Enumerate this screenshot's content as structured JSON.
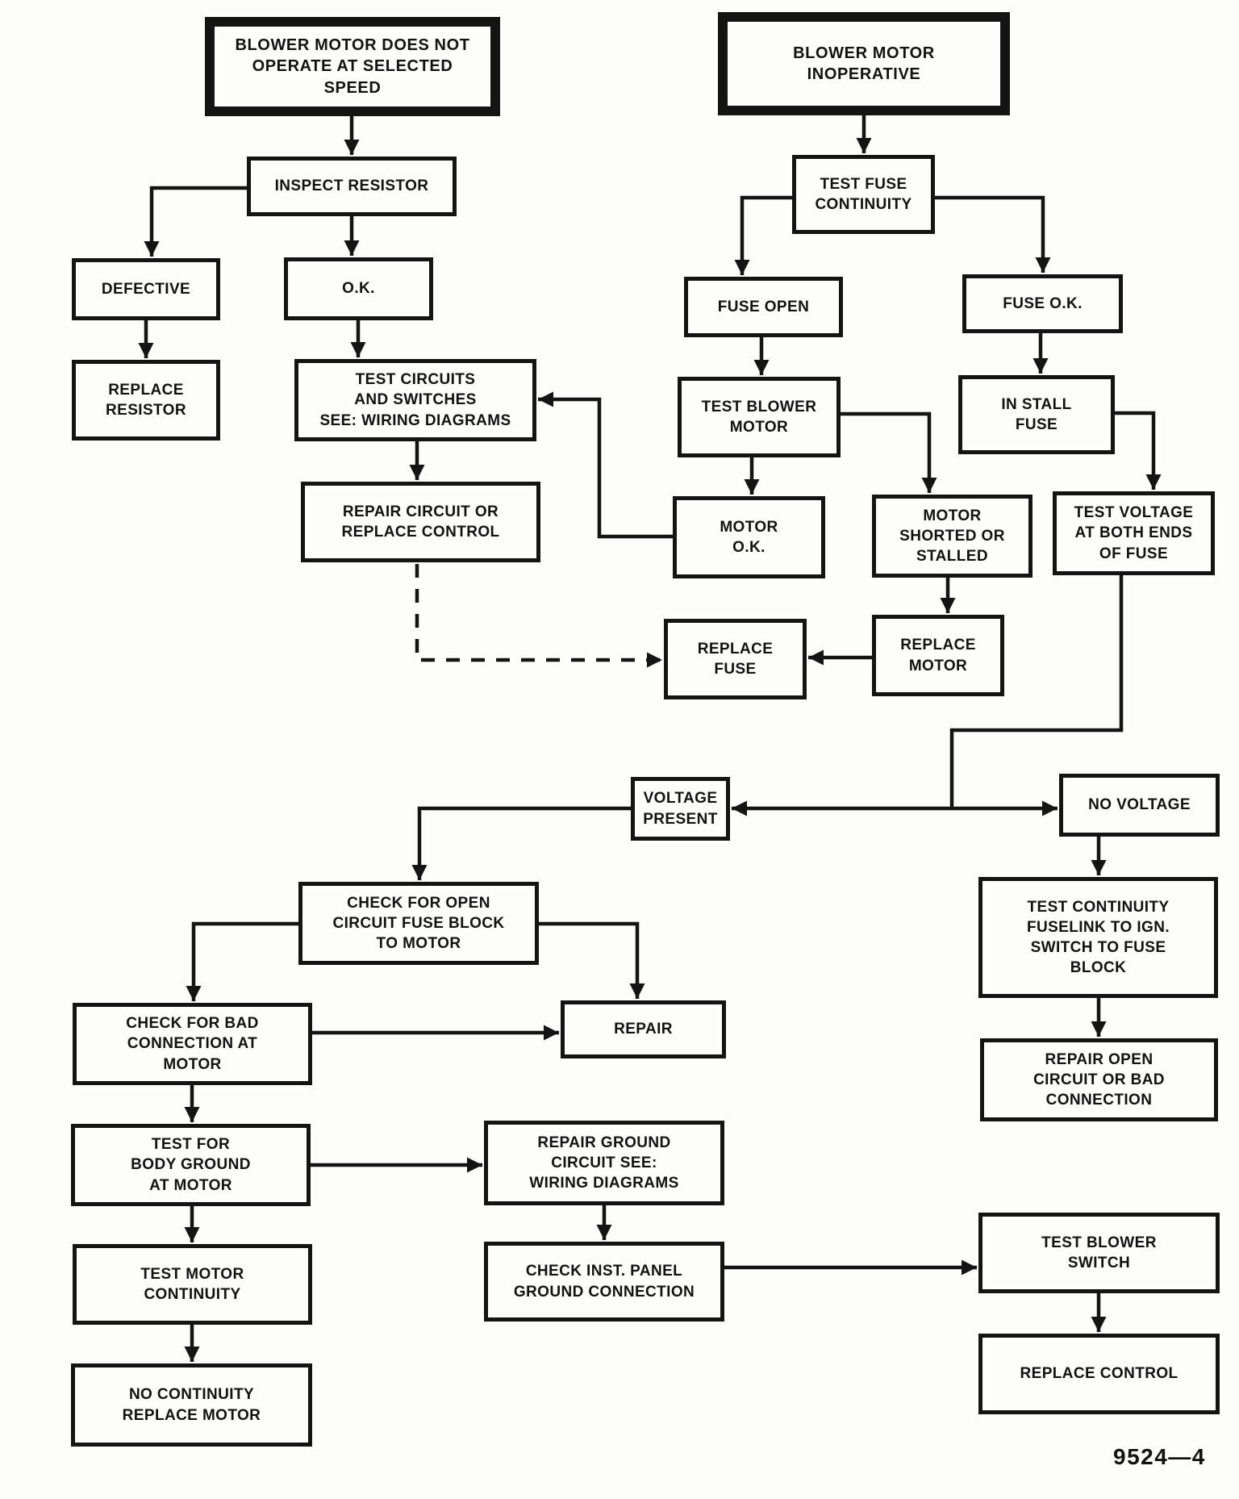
{
  "figure": {
    "code_label": "9524—4",
    "line_color": "#141414",
    "background": "#fdfdfc"
  },
  "nodes": [
    {
      "id": "blower-motor-does-not-operate",
      "kind": "start",
      "label": "BLOWER MOTOR DOES NOT\nOPERATE AT SELECTED\nSPEED"
    },
    {
      "id": "blower-motor-inoperative",
      "kind": "start",
      "label": "BLOWER MOTOR\nINOPERATIVE"
    },
    {
      "id": "inspect-resistor",
      "kind": "step",
      "label": "INSPECT RESISTOR"
    },
    {
      "id": "defective",
      "kind": "step",
      "label": "DEFECTIVE"
    },
    {
      "id": "ok",
      "kind": "step",
      "label": "O.K."
    },
    {
      "id": "replace-resistor",
      "kind": "step",
      "label": "REPLACE\nRESISTOR"
    },
    {
      "id": "test-circuits-and-switches",
      "kind": "step",
      "label": "TEST CIRCUITS\nAND SWITCHES\nSEE: WIRING DIAGRAMS"
    },
    {
      "id": "repair-circuit-or-replace-control",
      "kind": "step",
      "label": "REPAIR CIRCUIT OR\nREPLACE CONTROL"
    },
    {
      "id": "test-fuse-continuity",
      "kind": "step",
      "label": "TEST FUSE\nCONTINUITY"
    },
    {
      "id": "fuse-open",
      "kind": "step",
      "label": "FUSE OPEN"
    },
    {
      "id": "fuse-ok",
      "kind": "step",
      "label": "FUSE O.K."
    },
    {
      "id": "test-blower-motor",
      "kind": "step",
      "label": "TEST BLOWER\nMOTOR"
    },
    {
      "id": "install-fuse",
      "kind": "step",
      "label": "IN STALL\nFUSE"
    },
    {
      "id": "motor-ok",
      "kind": "step",
      "label": "MOTOR\nO.K."
    },
    {
      "id": "motor-shorted-or-stalled",
      "kind": "step",
      "label": "MOTOR\nSHORTED OR\nSTALLED"
    },
    {
      "id": "test-voltage-both-ends",
      "kind": "step",
      "label": "TEST VOLTAGE\nAT BOTH ENDS\nOF FUSE"
    },
    {
      "id": "replace-fuse",
      "kind": "step",
      "label": "REPLACE\nFUSE"
    },
    {
      "id": "replace-motor",
      "kind": "step",
      "label": "REPLACE\nMOTOR"
    },
    {
      "id": "voltage-present",
      "kind": "step",
      "label": "VOLTAGE\nPRESENT"
    },
    {
      "id": "no-voltage",
      "kind": "step",
      "label": "NO VOLTAGE"
    },
    {
      "id": "test-continuity-fuselink",
      "kind": "step",
      "label": "TEST CONTINUITY\nFUSELINK TO IGN.\nSWITCH TO FUSE\nBLOCK"
    },
    {
      "id": "repair-open-circuit",
      "kind": "step",
      "label": "REPAIR OPEN\nCIRCUIT OR BAD\nCONNECTION"
    },
    {
      "id": "check-for-open-circuit",
      "kind": "step",
      "label": "CHECK FOR OPEN\nCIRCUIT FUSE BLOCK\nTO MOTOR"
    },
    {
      "id": "check-for-bad-connection",
      "kind": "step",
      "label": "CHECK FOR BAD\nCONNECTION AT\nMOTOR"
    },
    {
      "id": "repair",
      "kind": "step",
      "label": "REPAIR"
    },
    {
      "id": "test-for-body-ground",
      "kind": "step",
      "label": "TEST FOR\nBODY GROUND\nAT MOTOR"
    },
    {
      "id": "repair-ground-circuit",
      "kind": "step",
      "label": "REPAIR GROUND\nCIRCUIT SEE:\nWIRING DIAGRAMS"
    },
    {
      "id": "test-motor-continuity",
      "kind": "step",
      "label": "TEST MOTOR\nCONTINUITY"
    },
    {
      "id": "check-inst-panel-ground",
      "kind": "step",
      "label": "CHECK INST. PANEL\nGROUND CONNECTION"
    },
    {
      "id": "test-blower-switch",
      "kind": "step",
      "label": "TEST BLOWER\nSWITCH"
    },
    {
      "id": "no-continuity-replace-motor",
      "kind": "step",
      "label": "NO CONTINUITY\nREPLACE MOTOR"
    },
    {
      "id": "replace-control",
      "kind": "step",
      "label": "REPLACE CONTROL"
    }
  ],
  "edges": [
    {
      "from": "blower-motor-does-not-operate",
      "to": "inspect-resistor",
      "style": "solid"
    },
    {
      "from": "inspect-resistor",
      "to": "defective",
      "style": "solid"
    },
    {
      "from": "inspect-resistor",
      "to": "ok",
      "style": "solid"
    },
    {
      "from": "defective",
      "to": "replace-resistor",
      "style": "solid"
    },
    {
      "from": "ok",
      "to": "test-circuits-and-switches",
      "style": "solid"
    },
    {
      "from": "test-circuits-and-switches",
      "to": "repair-circuit-or-replace-control",
      "style": "solid"
    },
    {
      "from": "repair-circuit-or-replace-control",
      "to": "replace-fuse",
      "style": "dashed"
    },
    {
      "from": "blower-motor-inoperative",
      "to": "test-fuse-continuity",
      "style": "solid"
    },
    {
      "from": "test-fuse-continuity",
      "to": "fuse-open",
      "style": "solid"
    },
    {
      "from": "test-fuse-continuity",
      "to": "fuse-ok",
      "style": "solid"
    },
    {
      "from": "fuse-open",
      "to": "test-blower-motor",
      "style": "solid"
    },
    {
      "from": "fuse-ok",
      "to": "install-fuse",
      "style": "solid"
    },
    {
      "from": "test-blower-motor",
      "to": "motor-ok",
      "style": "solid"
    },
    {
      "from": "test-blower-motor",
      "to": "motor-shorted-or-stalled",
      "style": "solid"
    },
    {
      "from": "install-fuse",
      "to": "test-voltage-both-ends",
      "style": "solid"
    },
    {
      "from": "motor-ok",
      "to": "test-circuits-and-switches",
      "style": "solid"
    },
    {
      "from": "motor-shorted-or-stalled",
      "to": "replace-motor",
      "style": "solid"
    },
    {
      "from": "replace-motor",
      "to": "replace-fuse",
      "style": "solid"
    },
    {
      "from": "test-voltage-both-ends",
      "to": "voltage-present",
      "style": "solid"
    },
    {
      "from": "test-voltage-both-ends",
      "to": "no-voltage",
      "style": "solid"
    },
    {
      "from": "voltage-present",
      "to": "check-for-open-circuit",
      "style": "solid"
    },
    {
      "from": "no-voltage",
      "to": "test-continuity-fuselink",
      "style": "solid"
    },
    {
      "from": "test-continuity-fuselink",
      "to": "repair-open-circuit",
      "style": "solid"
    },
    {
      "from": "check-for-open-circuit",
      "to": "check-for-bad-connection",
      "style": "solid"
    },
    {
      "from": "check-for-open-circuit",
      "to": "repair",
      "style": "solid"
    },
    {
      "from": "check-for-bad-connection",
      "to": "repair",
      "style": "solid"
    },
    {
      "from": "check-for-bad-connection",
      "to": "test-for-body-ground",
      "style": "solid"
    },
    {
      "from": "test-for-body-ground",
      "to": "repair-ground-circuit",
      "style": "solid"
    },
    {
      "from": "test-for-body-ground",
      "to": "test-motor-continuity",
      "style": "solid"
    },
    {
      "from": "repair-ground-circuit",
      "to": "check-inst-panel-ground",
      "style": "solid"
    },
    {
      "from": "test-motor-continuity",
      "to": "no-continuity-replace-motor",
      "style": "solid"
    },
    {
      "from": "check-inst-panel-ground",
      "to": "test-blower-switch",
      "style": "solid"
    },
    {
      "from": "test-blower-switch",
      "to": "replace-control",
      "style": "solid"
    }
  ]
}
